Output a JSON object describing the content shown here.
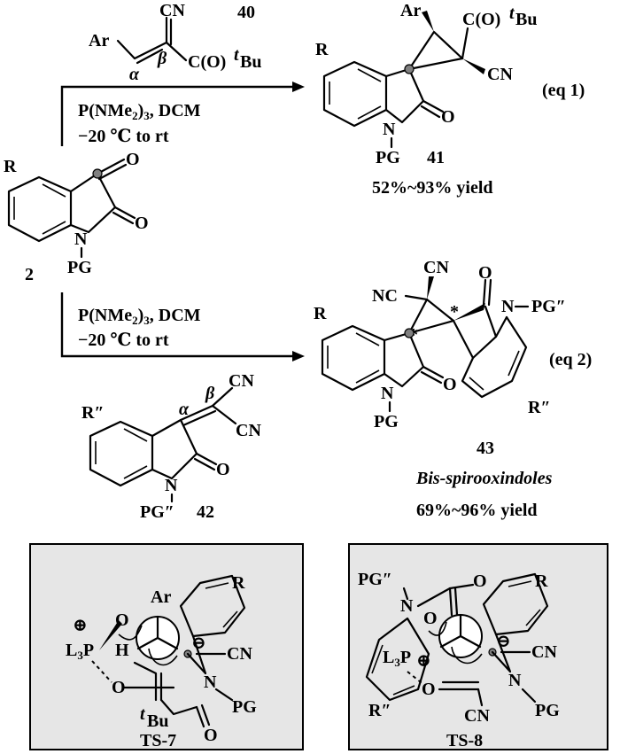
{
  "reagents": {
    "conditions_line1": "P(NMe",
    "conditions_sub": "2",
    "conditions_line1_end": ")",
    "conditions_sub2": "3",
    "conditions_tail": ", DCM",
    "temp": "−20 ℃  to rt"
  },
  "compounds": {
    "c40": "40",
    "c41": "41",
    "c2": "2",
    "c43": "43",
    "c42": "42"
  },
  "atoms": {
    "Ar": "Ar",
    "CN": "CN",
    "C_O_tBu_a": "C(O)",
    "tBu_t": "t",
    "tBu_Bu": "Bu",
    "alpha": "α",
    "beta": "β",
    "R": "R",
    "N": "N",
    "O": "O",
    "PG": "PG",
    "NC": "NC",
    "PGpp": "PG″",
    "Rpp": "R″",
    "star": "*",
    "L3P": "L",
    "L3P_sub": "3",
    "P": "P",
    "H": "H",
    "plus": "⊕",
    "minus": "⊖"
  },
  "labels": {
    "eq1": "(eq 1)",
    "eq2": "(eq 2)",
    "yield41": "52%~93% yield",
    "yield43": "69%~96% yield",
    "bis": "Bis-spirooxindoles",
    "ts7": "TS-7",
    "ts8": "TS-8"
  }
}
